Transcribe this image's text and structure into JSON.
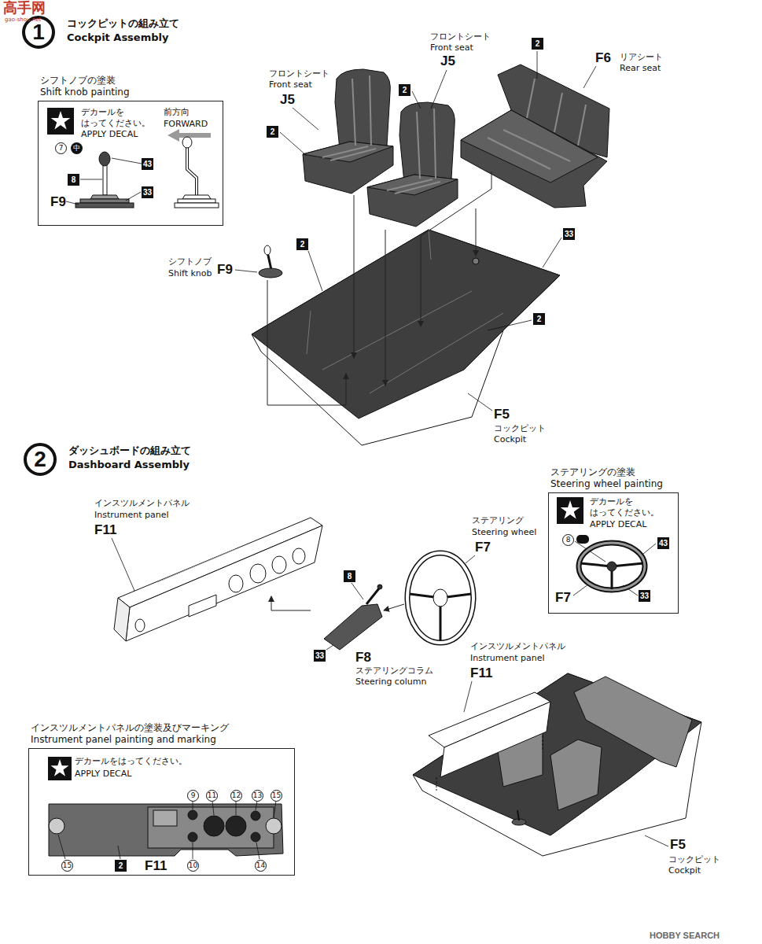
{
  "diagram": {
    "nodes": [
      {
        "text": [
          "1",
          "コックピットの組み立て",
          "Cockpit Assembly"
        ]
      },
      {
        "text": [
          "シフトノブの塗装",
          "Shift knob painting"
        ]
      },
      {
        "text": [
          "2",
          "ダッシュボードの組み立て",
          "Dashboard Assembly"
        ]
      },
      {
        "text": [
          "ステアリングの塗装",
          "Steering wheel painting"
        ]
      },
      {
        "text": [
          "インスツルメントパネルの塗装及びマーキング",
          "Instrument panel painting and marking"
        ]
      }
    ],
    "labels": [
      "高手网",
      "gao-shou.net",
      "デカールを はってください。",
      "APPLY DECAL",
      "前方向",
      "FORWARD",
      "7",
      "中",
      "43",
      "8",
      "F9",
      "33",
      "フロントシート",
      "Front seat",
      "J5",
      "2",
      "フロントシート",
      "Front seat",
      "J5",
      "2",
      "2",
      "F6",
      "リアシート",
      "Rear seat",
      "2",
      "33",
      "2",
      "F5",
      "コックピット",
      "Cockpit",
      "シフトノブ",
      "Shift knob",
      "F9",
      "インスツルメントパネル",
      "Instrument panel",
      "F11",
      "8",
      "33",
      "F8",
      "ステアリングコラム",
      "Steering column",
      "ステアリング",
      "Steering wheel",
      "F7",
      "デカールを はってください。",
      "APPLY DECAL",
      "8",
      "43",
      "F7",
      "33",
      "デカールをはってください。",
      "APPLY DECAL",
      "9",
      "11",
      "12",
      "13",
      "15",
      "15",
      "2",
      "F11",
      "10",
      "14",
      "インスツルメントパネル",
      "Instrument panel",
      "F11",
      "F5",
      "コックピット",
      "Cockpit",
      "HOBBY SEARCH"
    ]
  }
}
